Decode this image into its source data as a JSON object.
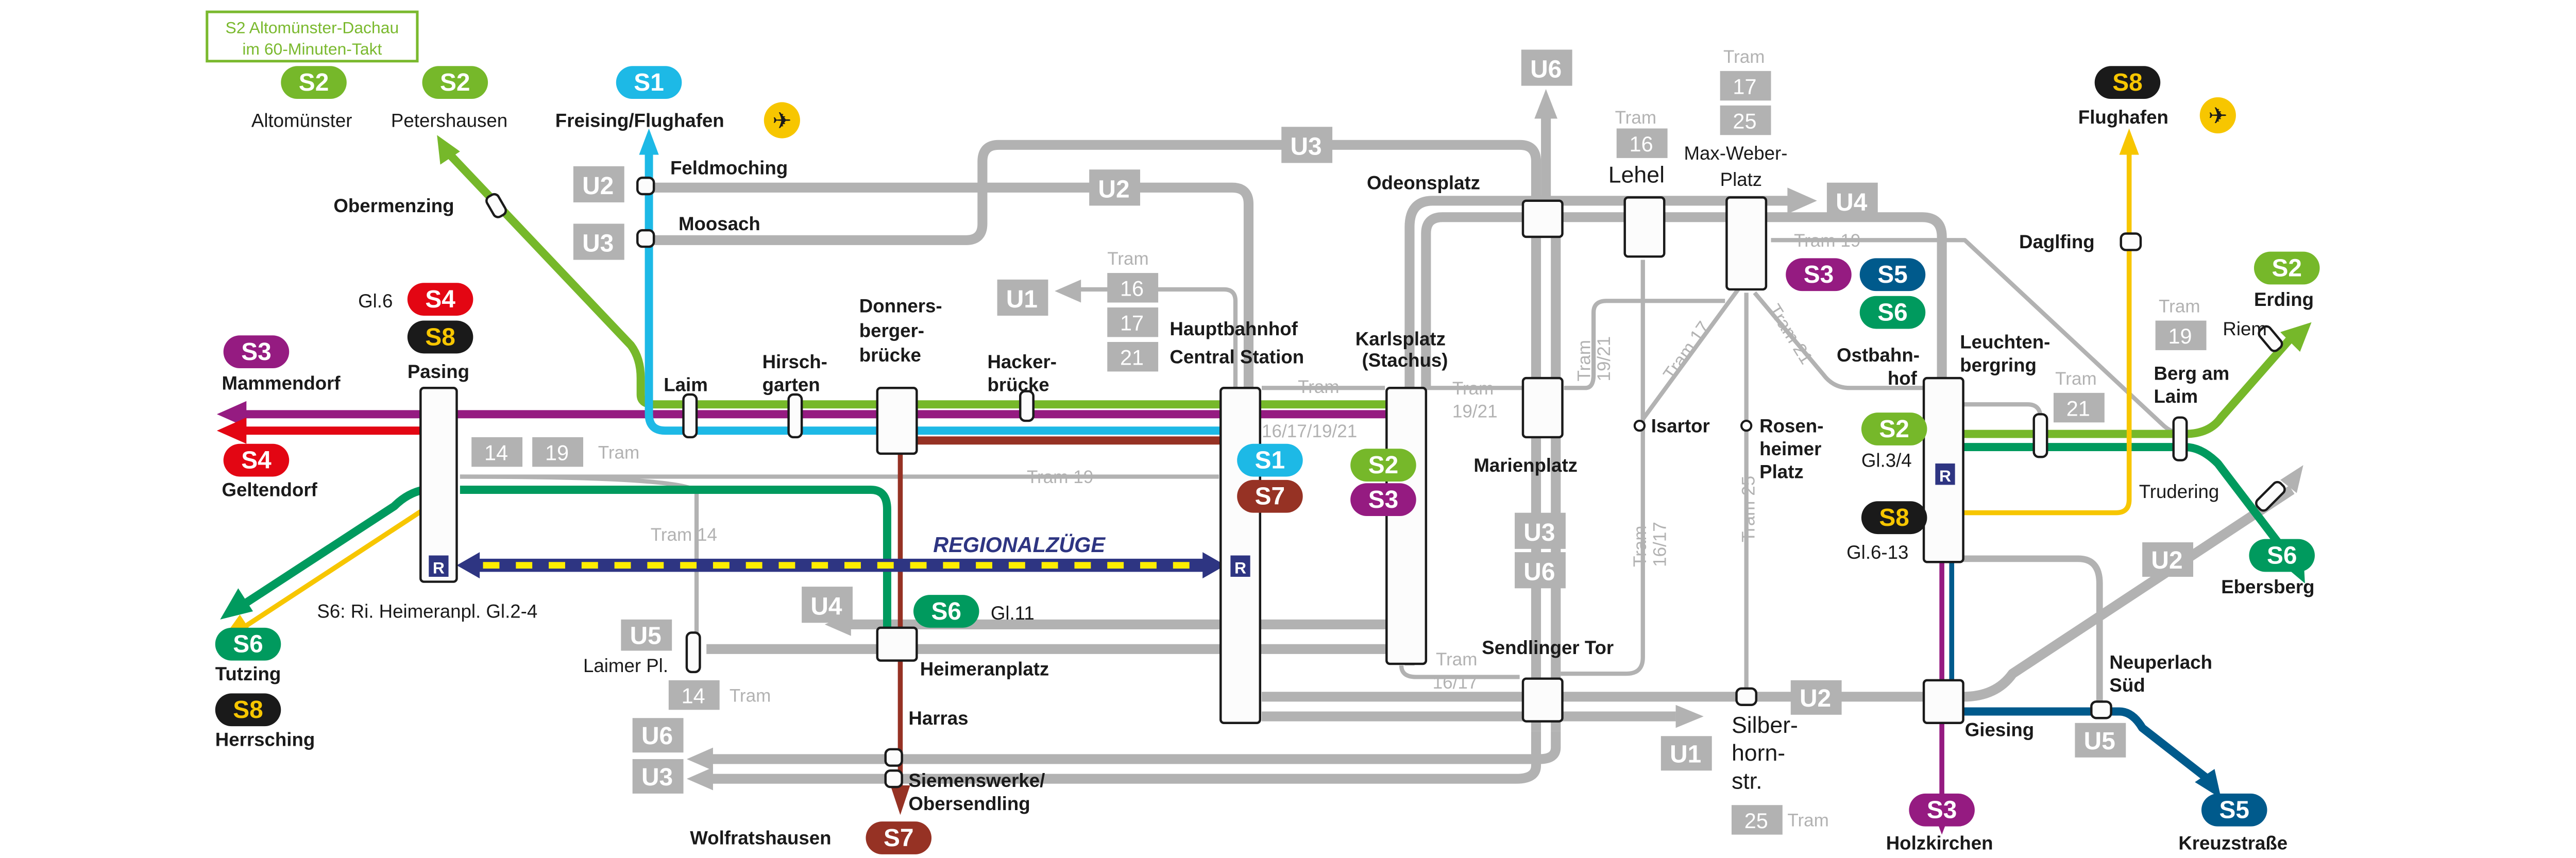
{
  "title": "S-Bahn München Stammstrecke Netzplan",
  "colors": {
    "S1": "#1db9e6",
    "S2": "#76b82a",
    "S3": "#951b81",
    "S4": "#e30613",
    "S5": "#005a8c",
    "S6": "#009a5e",
    "S7": "#963224",
    "S8": "#1a1a1a",
    "S8_text": "#f7c600",
    "ubahn": "#b2b2b2",
    "tram": "#b2b2b2",
    "regio_blue": "#2e3582",
    "regio_yellow": "#ffed00",
    "airport": "#f7c600"
  },
  "note": {
    "line1": "S2 Altomünster-Dachau",
    "line2": "im 60-Minuten-Takt"
  },
  "lines": {
    "S1": "S1",
    "S2": "S2",
    "S3": "S3",
    "S4": "S4",
    "S5": "S5",
    "S6": "S6",
    "S7": "S7",
    "S8": "S8",
    "U1": "U1",
    "U2": "U2",
    "U3": "U3",
    "U4": "U4",
    "U5": "U5",
    "U6": "U6"
  },
  "termini": {
    "altomuenster": "Altomünster",
    "petershausen": "Petershausen",
    "freising": "Freising/Flughafen",
    "flughafen": "Flughafen",
    "erding": "Erding",
    "ebersberg": "Ebersberg",
    "holzkirchen": "Holzkirchen",
    "kreuzstrasse": "Kreuzstraße",
    "wolfratshausen": "Wolfratshausen",
    "tutzing": "Tutzing",
    "herrsching": "Herrsching",
    "mammendorf": "Mammendorf",
    "geltendorf": "Geltendorf"
  },
  "stations": {
    "obermenzing": "Obermenzing",
    "feldmoching": "Feldmoching",
    "moosach": "Moosach",
    "pasing": "Pasing",
    "laim": "Laim",
    "hirschgarten_1": "Hirsch-",
    "hirschgarten_2": "garten",
    "donners_1": "Donners-",
    "donners_2": "berger-",
    "donners_3": "brücke",
    "hacker_1": "Hacker-",
    "hacker_2": "brücke",
    "hbf_1": "Hauptbahnhof",
    "hbf_2": "Central Station",
    "karls_1": "Karlsplatz",
    "karls_2": "(Stachus)",
    "odeonsplatz": "Odeonsplatz",
    "marienplatz": "Marienplatz",
    "sendlinger": "Sendlinger Tor",
    "lehel": "Lehel",
    "mwp_1": "Max-Weber-",
    "mwp_2": "Platz",
    "isartor": "Isartor",
    "rosen_1": "Rosen-",
    "rosen_2": "heimer",
    "rosen_3": "Platz",
    "ostbf_1": "Ostbahn-",
    "ostbf_2": "hof",
    "leuchten_1": "Leuchten-",
    "leuchten_2": "bergring",
    "daglfing": "Daglfing",
    "riem": "Riem",
    "bergamlaim_1": "Berg am",
    "bergamlaim_2": "Laim",
    "trudering": "Trudering",
    "neuperlach_1": "Neuperlach",
    "neuperlach_2": "Süd",
    "giesing": "Giesing",
    "silber_1": "Silber-",
    "silber_2": "horn-",
    "silber_3": "str.",
    "heimeranplatz": "Heimeranplatz",
    "laimerpl": "Laimer Pl.",
    "harras": "Harras",
    "siemens_1": "Siemenswerke/",
    "siemens_2": "Obersendling"
  },
  "platforms": {
    "pasing_gl6": "Gl.6",
    "s6_hint": "S6: Ri. Heimeranpl. Gl.2-4",
    "heimeran_gl11": "Gl.11",
    "ostbf_gl34": "Gl.3/4",
    "ostbf_gl613": "Gl.6-13"
  },
  "tram": {
    "word": "Tram",
    "n14": "14",
    "n16": "16",
    "n17": "17",
    "n19": "19",
    "n21": "21",
    "n25": "25",
    "tram19": "Tram 19",
    "tram14": "Tram 14",
    "tram17": "Tram 17",
    "tram21": "Tram 21",
    "tram25": "Tram 25",
    "n161719 21": "",
    "hbf_lines": "16/17/19/21",
    "n1921": "19/21",
    "n1617": "16/17"
  },
  "regio": {
    "label": "REGIONALZÜGE",
    "badge": "R"
  }
}
